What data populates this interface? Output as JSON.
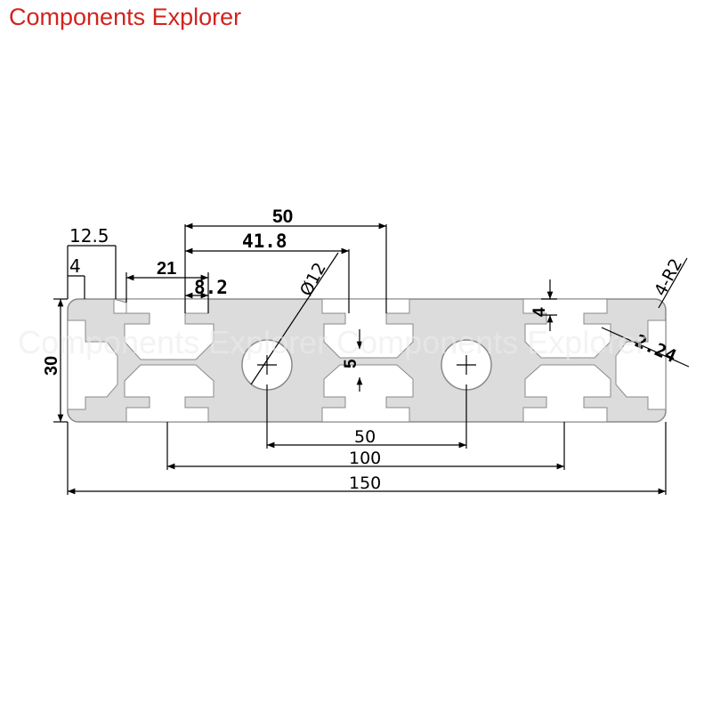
{
  "header": {
    "brand": "Components Explorer"
  },
  "watermark": {
    "text": "Components Explorer Components Explorer"
  },
  "drawing": {
    "colors": {
      "profile_fill": "#dcdcdc",
      "profile_edge": "#8a8a8a",
      "line": "#000000",
      "brand": "#d2231e"
    },
    "dimensions": {
      "d_12_5": "12.5",
      "d_4_left": "4",
      "d_21": "21",
      "d_8_2": "8.2",
      "d_50_top": "50",
      "d_41_8": "41.8",
      "d_hole": "Ø12",
      "d_r2": "4-R2",
      "d_4_right": "4",
      "d_2_24": "2.24",
      "d_5": "5",
      "d_30": "30",
      "d_50_bottom": "50",
      "d_100": "100",
      "d_150": "150"
    }
  }
}
